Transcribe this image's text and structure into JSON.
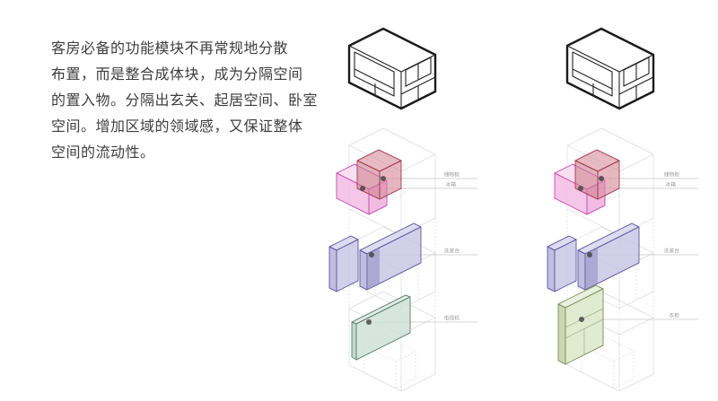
{
  "intro": {
    "lines": [
      "客房必备的功能模块不再常规地分散",
      "布置，而是整合成体块，成为分隔空间",
      "的置入物。分隔出玄关、起居空间、卧室",
      "空间。增加区域的领域感，又保证整体",
      "空间的流动性。"
    ]
  },
  "columns": [
    {
      "name": "scheme-a",
      "labels": [
        {
          "id": "storage",
          "text": "储物柜"
        },
        {
          "id": "fridge",
          "text": "冰箱"
        },
        {
          "id": "wash",
          "text": "洗漱台"
        },
        {
          "id": "tv",
          "text": "电视机"
        }
      ]
    },
    {
      "name": "scheme-b",
      "labels": [
        {
          "id": "storage",
          "text": "储物柜"
        },
        {
          "id": "fridge",
          "text": "冰箱"
        },
        {
          "id": "wash",
          "text": "洗漱台"
        },
        {
          "id": "wardrobe",
          "text": "衣柜"
        }
      ]
    }
  ],
  "colors": {
    "background": "#ffffff",
    "text": "#3d3d3d",
    "outline": "#1a1a1a",
    "ghost": "#dcdcdc",
    "leader": "#c8c8c8",
    "label_text": "#9b9b9b",
    "dot": "#474747",
    "pink_top": "#f9d9ef",
    "pink_face": "#f3bce3",
    "pink_side": "#eeb0dc",
    "pink_edge": "#c94fb4",
    "red_top": "#d98f9f",
    "red_face": "#cf8292",
    "red_side": "#d68b9b",
    "red_edge": "#a13a52",
    "purple_top": "#d6d3ec",
    "purple_face": "#c7c4e4",
    "purple_side": "#b3aed8",
    "purple_insert": "#8f88c0",
    "purple_edge": "#5d55a1",
    "green_tv_top": "#dcebe3",
    "green_tv_face": "#cfe2d8",
    "green_tv_side": "#b9d2c6",
    "green_tv_edge": "#5c7d6d",
    "green_wardrobe_top": "#e7f0da",
    "green_wardrobe_face": "#dde9cb",
    "green_wardrobe_side": "#c6d4ab",
    "green_wardrobe_edge": "#7b8b5a"
  }
}
